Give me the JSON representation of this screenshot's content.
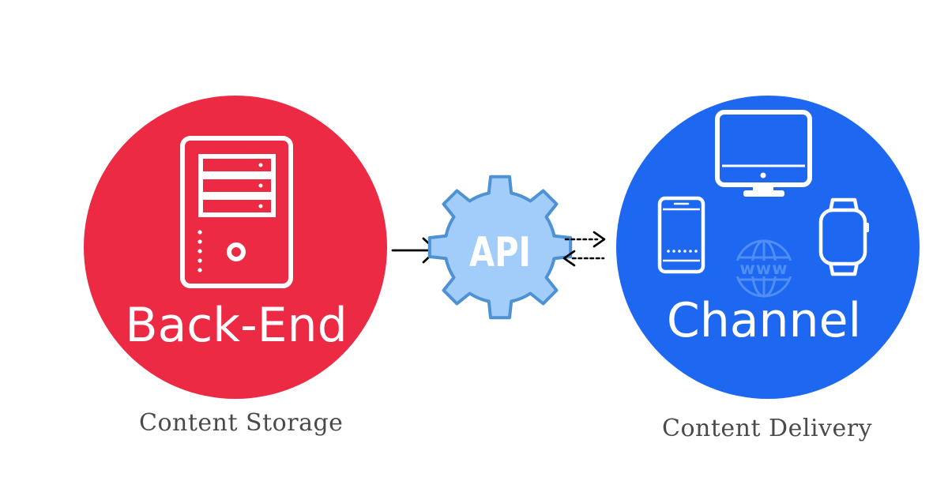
{
  "backend": {
    "title": "Back-End",
    "caption": "Content Storage",
    "color": "#ec2a43",
    "icon": "server-tower-icon"
  },
  "api": {
    "label": "API",
    "gear_fill": "#a2cdfb",
    "gear_stroke": "#4e92d3",
    "icon": "gear-icon"
  },
  "channel": {
    "title": "Channel",
    "caption": "Content Delivery",
    "color": "#1e67f0",
    "icons": [
      "desktop-monitor-icon",
      "smartphone-icon",
      "smartwatch-icon",
      "globe-www-icon"
    ],
    "globe_label": "www"
  },
  "connectors": {
    "backend_to_api": "solid-arrow-right",
    "api_to_channel": "dotted-bidirectional-arrows"
  }
}
